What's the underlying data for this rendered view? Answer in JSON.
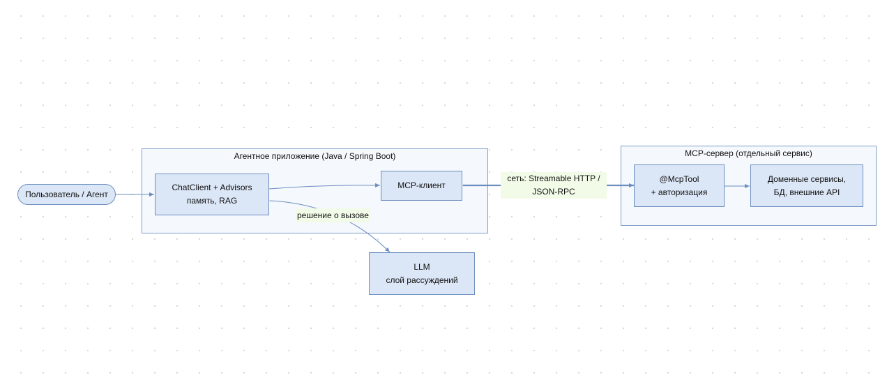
{
  "groups": {
    "agent_app": {
      "title": "Агентное приложение (Java / Spring Boot)"
    },
    "mcp_server": {
      "title": "MCP-сервер (отдельный сервис)"
    }
  },
  "nodes": {
    "user": {
      "label": "Пользователь / Агент"
    },
    "chatclient": {
      "line1": "ChatClient + Advisors",
      "line2": "память, RAG"
    },
    "mcp_client": {
      "label": "MCP-клиент"
    },
    "llm": {
      "line1": "LLM",
      "line2": "слой рассуждений"
    },
    "mcptool": {
      "line1": "@McpTool",
      "line2": "+ авторизация"
    },
    "domain": {
      "line1": "Доменные сервисы,",
      "line2": "БД, внешние API"
    }
  },
  "edges": {
    "network": {
      "line1": "сеть: Streamable HTTP /",
      "line2": "JSON-RPC"
    },
    "decision": {
      "label": "решение о вызове"
    }
  },
  "colors": {
    "node_fill": "#dbe6f6",
    "node_stroke": "#6c8ebf",
    "group_fill": "#f5f8fd",
    "edge": "#6c8ebf",
    "label_bg": "#f2fbe8"
  }
}
